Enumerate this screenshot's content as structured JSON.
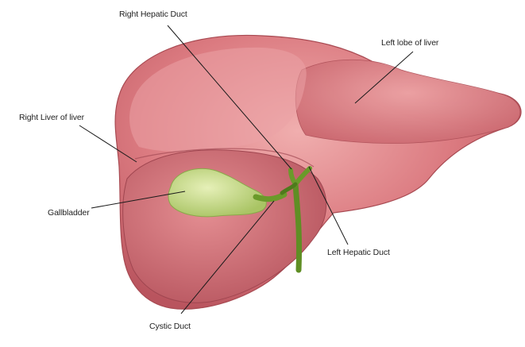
{
  "labels": {
    "right_hepatic_duct": "Right Hepatic Duct",
    "left_lobe": "Left lobe of liver",
    "right_liver": "Right Liver of liver",
    "gallbladder": "Gallbladder",
    "left_hepatic_duct": "Left Hepatic Duct",
    "cystic_duct": "Cystic Duct"
  },
  "colors": {
    "liver_base": "#d9737a",
    "liver_light": "#e89a9c",
    "liver_shadow": "#b8525c",
    "liver_outline": "#a84a52",
    "gallbladder": "#b8d27a",
    "gallbladder_light": "#dde9a8",
    "duct": "#6a9a2a",
    "duct_dark": "#4f7a1c",
    "leader_line": "#1a1a1a",
    "text": "#222222"
  }
}
